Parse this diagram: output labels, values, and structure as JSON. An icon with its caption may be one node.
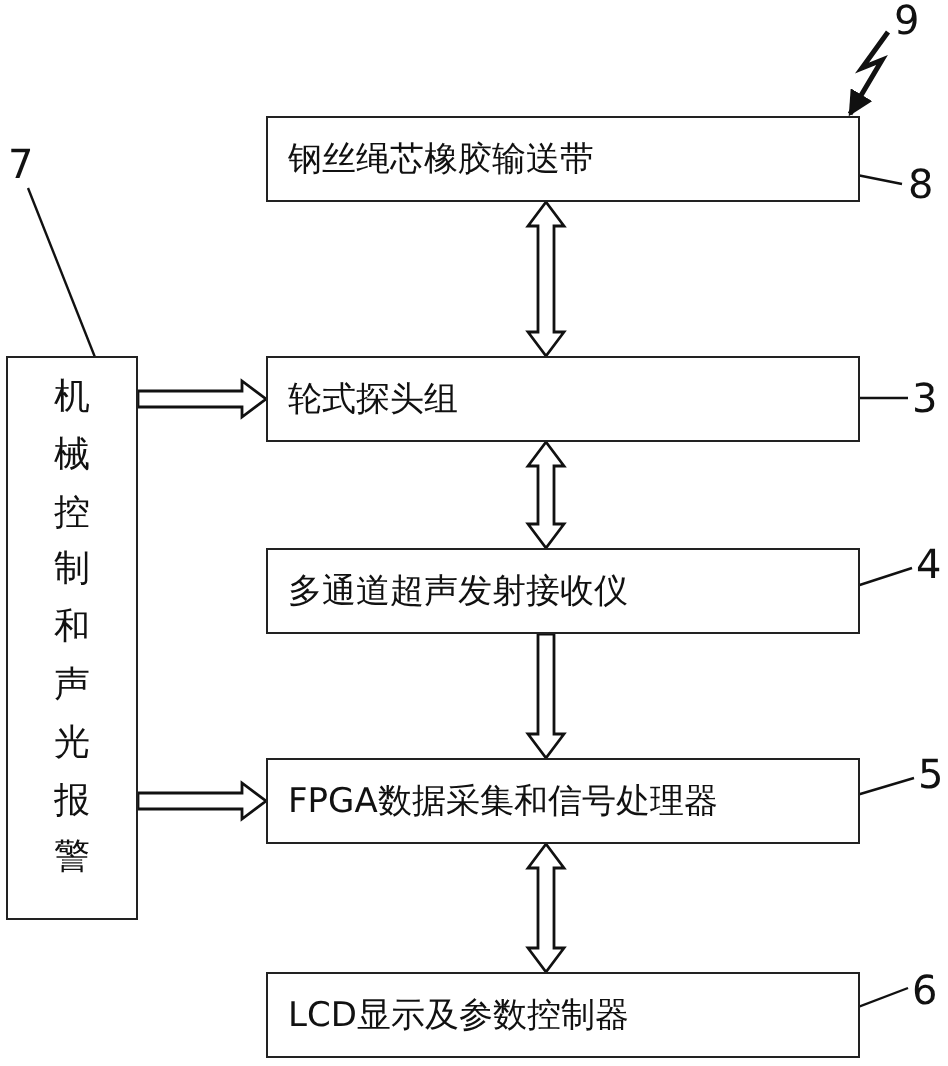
{
  "diagram": {
    "nodes": [
      {
        "text": [
          "钢丝绳芯橡胶输送带"
        ]
      },
      {
        "text": [
          "轮式探头组"
        ]
      },
      {
        "text": [
          "多通道超声发射接收仪"
        ]
      },
      {
        "text": [
          "FPGA数据采集和信号处理器"
        ]
      },
      {
        "text": [
          "LCD显示及参数控制器"
        ]
      },
      {
        "text": [
          "机械控制和声光报警"
        ]
      },
      {
        "text": [
          "7"
        ]
      },
      {
        "text": [
          "8"
        ]
      },
      {
        "text": [
          "3"
        ]
      },
      {
        "text": [
          "4"
        ]
      },
      {
        "text": [
          "5"
        ]
      },
      {
        "text": [
          "6"
        ]
      },
      {
        "text": [
          "9"
        ]
      }
    ],
    "edges": [
      {
        "from": 0,
        "to": 1,
        "arrow": "both"
      },
      {
        "from": 1,
        "to": 2,
        "arrow": "both"
      },
      {
        "from": 2,
        "to": 3,
        "arrow": "to"
      },
      {
        "from": 3,
        "to": 4,
        "arrow": "both"
      },
      {
        "from": 5,
        "to": 1,
        "arrow": "to"
      },
      {
        "from": 5,
        "to": 3,
        "arrow": "to"
      },
      {
        "from": 6,
        "to": 5,
        "arrow": "none"
      },
      {
        "from": 7,
        "to": 0,
        "arrow": "none"
      },
      {
        "from": 8,
        "to": 1,
        "arrow": "none"
      },
      {
        "from": 9,
        "to": 2,
        "arrow": "none"
      },
      {
        "from": 10,
        "to": 3,
        "arrow": "none"
      },
      {
        "from": 11,
        "to": 4,
        "arrow": "none"
      },
      {
        "from": 12,
        "to": 0,
        "arrow": "to"
      }
    ]
  }
}
